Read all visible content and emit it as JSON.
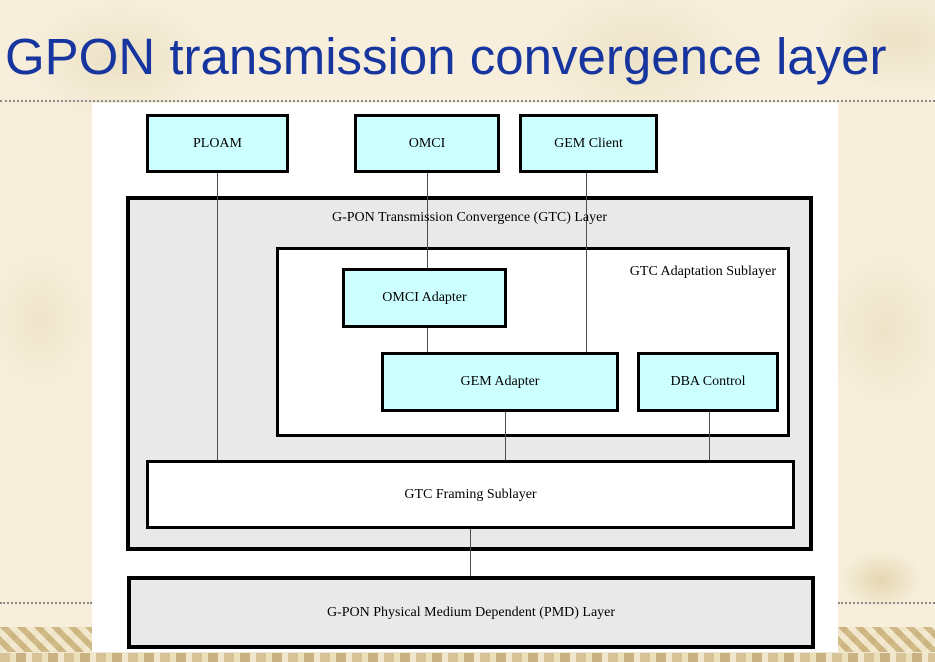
{
  "title": "GPON transmission convergence layer",
  "colors": {
    "title_blue": "#17359e",
    "background_cream": "#f7efdc",
    "box_cyan": "#ccffff",
    "layer_gray": "#e9e9e9",
    "connector_gray": "#4d4d4d",
    "ornament_tan": "#d7c398"
  },
  "diagram": {
    "top_boxes": [
      {
        "label": "PLOAM"
      },
      {
        "label": "OMCI"
      },
      {
        "label": "GEM Client"
      }
    ],
    "gtc_layer": {
      "label": "G-PON Transmission Convergence (GTC) Layer"
    },
    "adaptation_sublayer": {
      "label": "GTC Adaptation Sublayer"
    },
    "adapter_boxes": [
      {
        "label": "OMCI Adapter"
      },
      {
        "label": "GEM Adapter"
      },
      {
        "label": "DBA Control"
      }
    ],
    "framing_sublayer": {
      "label": "GTC Framing Sublayer"
    },
    "pmd_layer": {
      "label": "G-PON Physical Medium Dependent (PMD) Layer"
    }
  }
}
